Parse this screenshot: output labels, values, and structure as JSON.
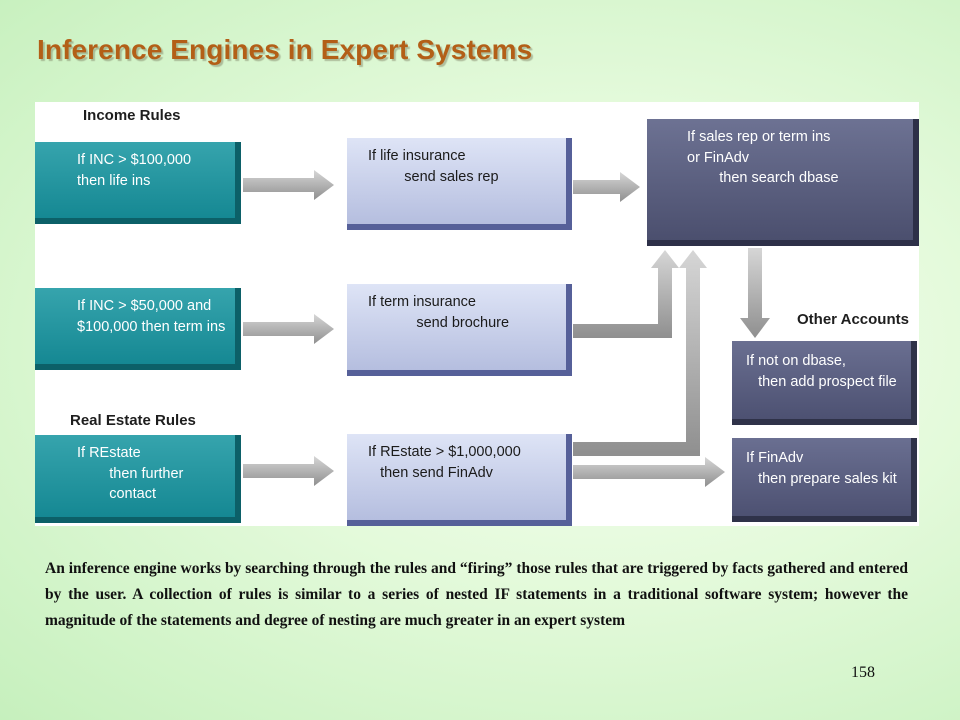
{
  "slide": {
    "title": "Inference Engines in Expert Systems",
    "page_number": "158"
  },
  "diagram": {
    "section_labels": {
      "income_rules": "Income Rules",
      "real_estate_rules": "Real Estate Rules",
      "other_accounts": "Other Accounts"
    },
    "rules": {
      "income_100k": "If INC > $100,000\nthen life ins",
      "income_50k": "If INC > $50,000 and\n$100,000 then term ins",
      "realestate_contact": "If REstate\n        then further\n        contact",
      "life_insurance": "If life insurance\n         send sales rep",
      "term_insurance": "If term insurance\n            send brochure",
      "realestate_finadv": "If REstate > $1,000,000\n   then send FinAdv",
      "search_dbase": "If sales rep or term ins\nor FinAdv\n        then search dbase",
      "add_prospect": "If not on dbase,\n   then add prospect file",
      "prepare_kit": "If FinAdv\n   then prepare sales kit"
    },
    "colors": {
      "teal_box": "#158893",
      "lavender_box": "#b5bedf",
      "dark_box": "#4b4f6e",
      "arrow": "#a9a9a9",
      "title": "#b35f17"
    }
  },
  "caption": "An inference engine works by searching through the rules and “firing” those rules that are triggered by facts gathered and entered by the user. A collection of rules is similar to  a series of nested IF statements in a traditional software system; however the magnitude of the statements and degree of nesting are much greater in an expert system"
}
